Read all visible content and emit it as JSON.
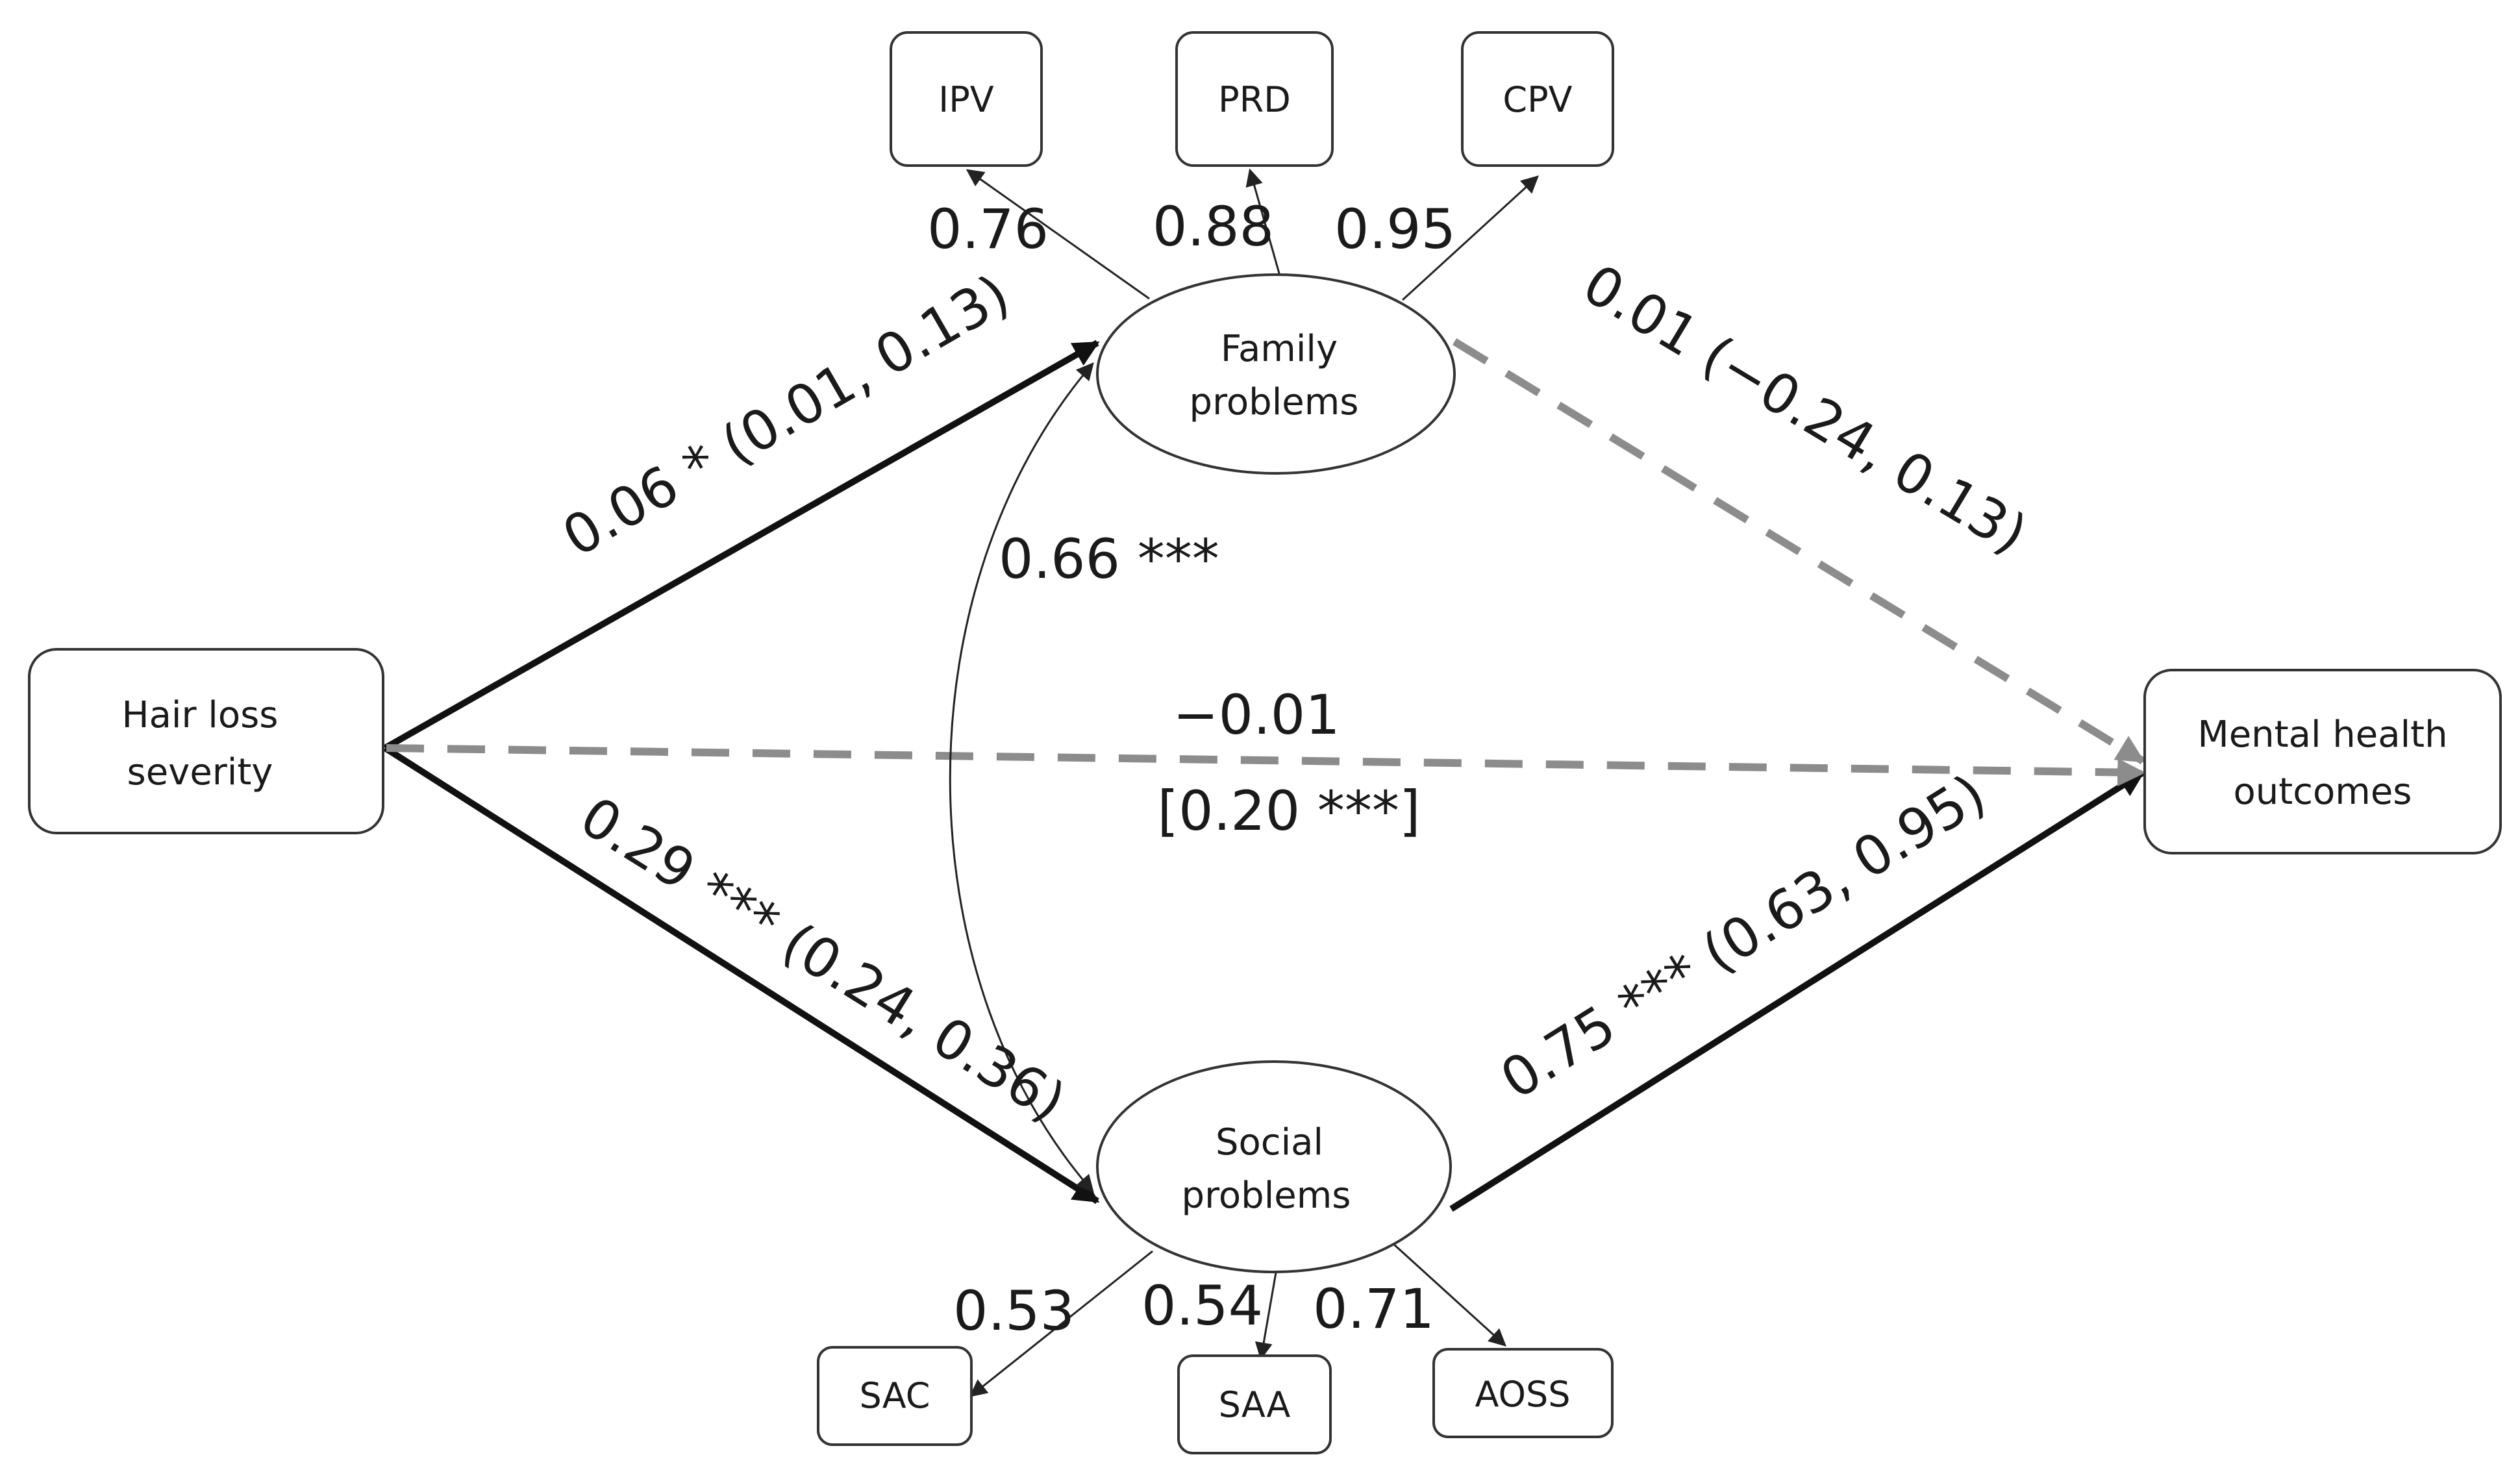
{
  "nodes": {
    "hair_loss": {
      "lines": [
        "Hair loss",
        "severity"
      ]
    },
    "mental_health": {
      "lines": [
        "Mental health",
        "outcomes"
      ]
    },
    "family": {
      "lines": [
        "Family",
        "problems"
      ]
    },
    "social": {
      "lines": [
        "Social",
        "problems"
      ]
    },
    "ipv": "IPV",
    "prd": "PRD",
    "cpv": "CPV",
    "sac": "SAC",
    "saa": "SAA",
    "aoss": "AOSS"
  },
  "loadings": {
    "ipv": "0.76",
    "prd": "0.88",
    "cpv": "0.95",
    "sac": "0.53",
    "saa": "0.54",
    "aoss": "0.71"
  },
  "paths": {
    "hair_to_family": "0.06 * (0.01, 0.13)",
    "hair_to_social": "0.29 *** (0.24, 0.36)",
    "family_to_mental": "0.01 (−0.24, 0.13)",
    "social_to_mental": "0.75 *** (0.63, 0.95)",
    "direct_top": "−0.01",
    "direct_bottom": "[0.20 ***]",
    "covariance": "0.66 ***"
  },
  "styles": {
    "significant": "#111111",
    "nonsignificant": "#8c8c8c"
  }
}
